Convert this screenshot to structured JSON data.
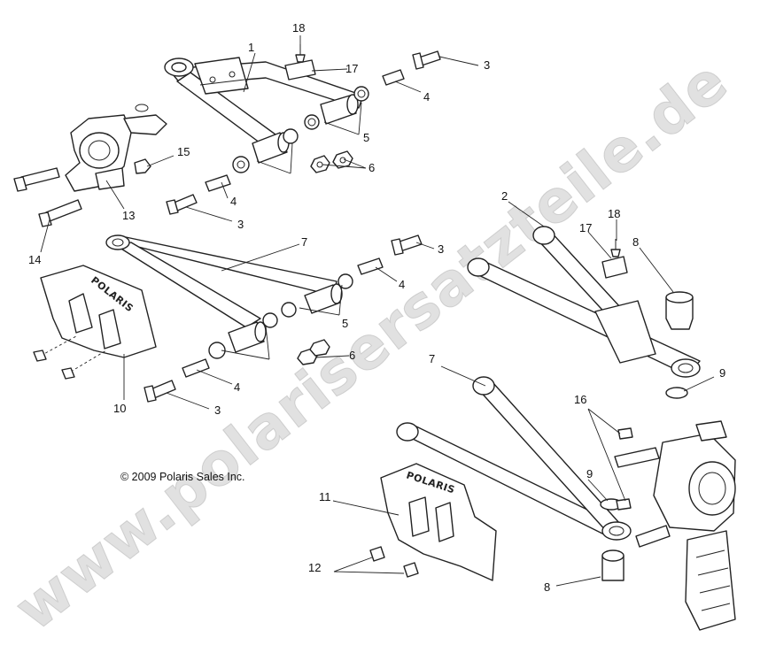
{
  "copyright": "© 2009 Polaris Sales Inc.",
  "watermark": "www.polarisersatzteile.de",
  "guard_logo": "POLARIS",
  "callouts": {
    "c1": "1",
    "c2": "2",
    "c3a": "3",
    "c3b": "3",
    "c3c": "3",
    "c3d": "3",
    "c4a": "4",
    "c4b": "4",
    "c4c": "4",
    "c4d": "4",
    "c5a": "5",
    "c5b": "5",
    "c6a": "6",
    "c6b": "6",
    "c7a": "7",
    "c7b": "7",
    "c8a": "8",
    "c8b": "8",
    "c9a": "9",
    "c9b": "9",
    "c10": "10",
    "c11": "11",
    "c12": "12",
    "c13": "13",
    "c14": "14",
    "c15": "15",
    "c16": "16",
    "c17a": "17",
    "c17b": "17",
    "c18a": "18",
    "c18b": "18"
  }
}
